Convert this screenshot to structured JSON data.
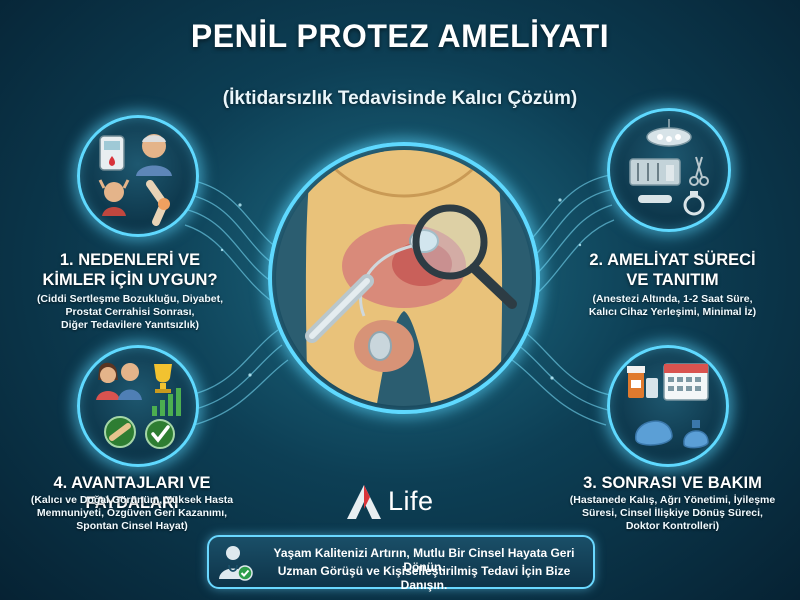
{
  "header": {
    "title": "PENİL PROTEZ AMELİYATI",
    "subtitle": "(İktidarsızlık Tedavisinde Kalıcı Çözüm)"
  },
  "sections": [
    {
      "heading_lines": [
        "1. NEDENLERİ VE",
        "KİMLER İÇİN UYGUN?"
      ],
      "description_lines": [
        "(Ciddi Sertleşme Bozukluğu, Diyabet,",
        "Prostat Cerrahisi Sonrası,",
        "Diğer Tedavilere Yanıtsızlık)"
      ],
      "icons": [
        "glucose-meter-icon",
        "elderly-man-icon",
        "stressed-person-icon",
        "knee-joint-icon"
      ]
    },
    {
      "heading_lines": [
        "2. AMELİYAT SÜRECİ",
        "VE TANITIM"
      ],
      "description_lines": [
        "(Anestezi Altında, 1-2 Saat Süre,",
        "Kalıcı Cihaz Yerleşimi, Minimal İz)"
      ],
      "icons": [
        "surgical-lamp-icon",
        "surgical-instruments-icon",
        "scissors-icon",
        "prosthesis-device-icon"
      ]
    },
    {
      "heading_lines": [
        "3. SONRASI VE BAKIM"
      ],
      "description_lines": [
        "(Hastanede Kalış, Ağrı Yönetimi, İyileşme",
        "Süresi, Cinsel İlişkiye Dönüş Süreci,",
        "Doktor Kontrolleri)"
      ],
      "icons": [
        "medicine-bottles-icon",
        "calendar-icon",
        "ice-pack-icon"
      ]
    },
    {
      "heading_lines": [
        "4. AVANTAJLARI VE FAYDALARI"
      ],
      "description_lines": [
        "(Kalıcı ve Doğal Görünüm, Yüksek Hasta",
        "Memnuniyeti, Özgüven Geri Kazanımı,",
        "Spontan Cinsel Hayat)"
      ],
      "icons": [
        "happy-couple-icon",
        "trophy-icon",
        "growth-chart-icon",
        "checkmark-icon"
      ]
    }
  ],
  "brand": {
    "name": "Life"
  },
  "cta": {
    "line1": "Yaşam Kalitenizi Artırın, Mutlu Bir Cinsel Hayata Geri Dönün.",
    "line2": "Uzman Görüşü ve Kişiselleştirilmiş Tedavi İçin Bize Danışın."
  },
  "colors": {
    "accent": "#5fd9ff",
    "background": "#0d3f55",
    "highlight": "#e9c27a"
  }
}
